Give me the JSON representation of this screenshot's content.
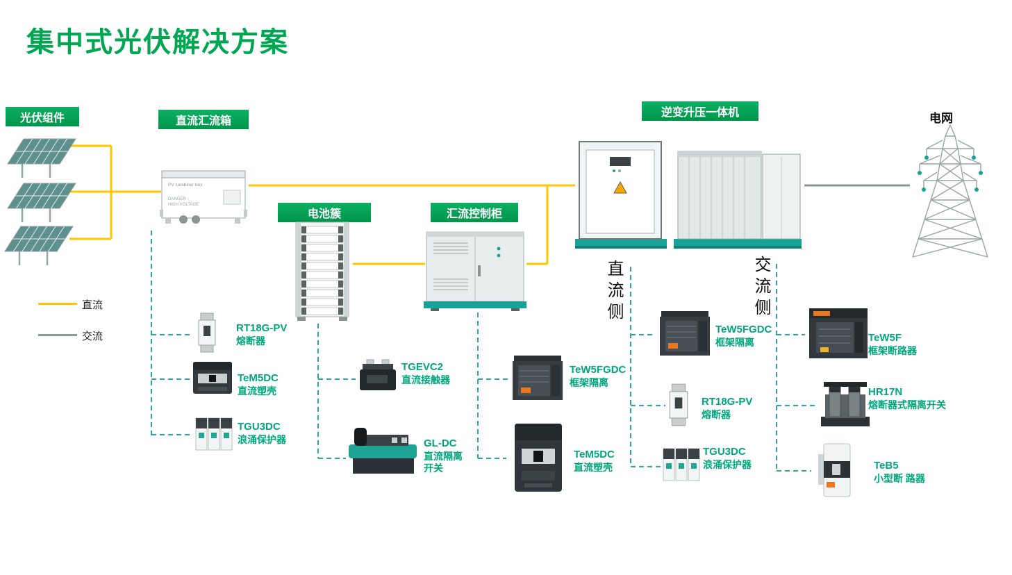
{
  "title": "集中式光伏解决方案",
  "labels": {
    "pv_modules": "光伏组件",
    "dc_combiner_box": "直流汇流箱",
    "battery_cluster": "电池簇",
    "combiner_control_cabinet": "汇流控制柜",
    "inverter_booster": "逆变升压一体机",
    "grid": "电网"
  },
  "legend": {
    "dc": "直流",
    "ac": "交流"
  },
  "sides": {
    "dc": "直流侧",
    "ac": "交流侧"
  },
  "combiner_box": {
    "title": "PV combiner box",
    "warning_line1": "DANGER",
    "warning_line2": "HIGH VOLTAGE"
  },
  "products": [
    {
      "name": "RT18G-PV",
      "desc": "熔断器"
    },
    {
      "name": "TeM5DC",
      "desc": "直流塑壳"
    },
    {
      "name": "TGU3DC",
      "desc": "浪涌保护器"
    },
    {
      "name": "TGEVC2",
      "desc": "直流接触器"
    },
    {
      "name": "GL-DC",
      "desc": "直流隔离开关"
    },
    {
      "name": "TeW5FGDC",
      "desc": "框架隔离"
    },
    {
      "name": "TeM5DC",
      "desc": "直流塑壳"
    },
    {
      "name": "TeW5FGDC",
      "desc": "框架隔离"
    },
    {
      "name": "RT18G-PV",
      "desc": "熔断器"
    },
    {
      "name": "TGU3DC",
      "desc": "浪涌保护器"
    },
    {
      "name": "TeW5F",
      "desc": "框架断路器"
    },
    {
      "name": "HR17N",
      "desc": "熔断器式隔离开关"
    },
    {
      "name": "TeB5",
      "desc": "小型断 路器"
    }
  ],
  "colors": {
    "accent_green": "#00A651",
    "product_green": "#00A67C",
    "dc_yellow": "#FFC600",
    "ac_gray": "#8D9494",
    "teal": "#16A296"
  }
}
